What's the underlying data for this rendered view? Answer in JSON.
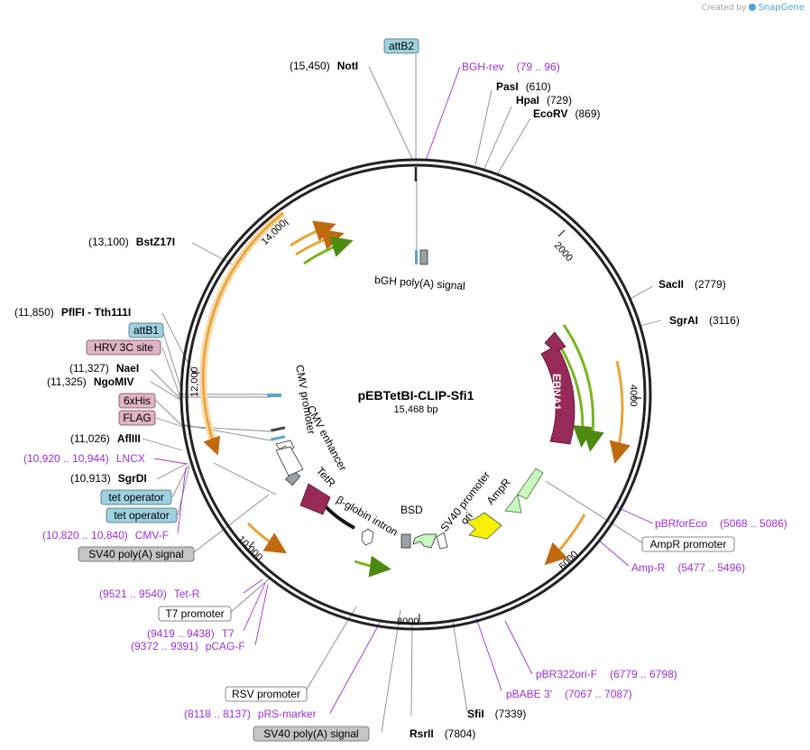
{
  "credit": {
    "text": "Created by",
    "brand": "SnapGene"
  },
  "plasmid": {
    "name": "pEBTetBI-CLIP-Sfi1",
    "size_text": "15,468 bp"
  },
  "ticks": [
    "2000",
    "4000",
    "6000",
    "8000",
    "10,000",
    "12,000",
    "14,000"
  ],
  "feature_labels": {
    "bgh": "bGH poly(A) signal",
    "ebna1": "EBNA1",
    "cmv_promoter": "CMV promoter",
    "cmv_enhancer": "CMV enhancer",
    "tetr": "TetR",
    "bglobin": "β-globin intron",
    "bsd": "BSD",
    "sv40_promoter": "SV40 promoter",
    "ori": "ori",
    "ampr": "AmpR"
  },
  "enzymes": [
    {
      "key": "noti",
      "name": "NotI",
      "pos": "(15,450)"
    },
    {
      "key": "pasi",
      "name": "PasI",
      "pos": "(610)"
    },
    {
      "key": "hpai",
      "name": "HpaI",
      "pos": "(729)"
    },
    {
      "key": "ecorv",
      "name": "EcoRV",
      "pos": "(869)"
    },
    {
      "key": "sacii",
      "name": "SacII",
      "pos": "(2779)"
    },
    {
      "key": "sgrai",
      "name": "SgrAI",
      "pos": "(3116)"
    },
    {
      "key": "bstz17i",
      "name": "BstZ17I",
      "pos": "(13,100)"
    },
    {
      "key": "pflfi",
      "name": "PflFI  - Tth111I",
      "pos": "(11,850)"
    },
    {
      "key": "naei",
      "name": "NaeI",
      "pos": "(11,327)"
    },
    {
      "key": "ngomiv",
      "name": "NgoMIV",
      "pos": "(11,325)"
    },
    {
      "key": "afliii",
      "name": "AflIII",
      "pos": "(11,026)"
    },
    {
      "key": "sgrdi",
      "name": "SgrDI",
      "pos": "(10,913)"
    },
    {
      "key": "sfii",
      "name": "SfiI",
      "pos": "(7339)"
    },
    {
      "key": "rsrii",
      "name": "RsrII",
      "pos": "(7804)"
    }
  ],
  "primers": [
    {
      "key": "bghrev",
      "name": "BGH-rev",
      "range": "(79 .. 96)"
    },
    {
      "key": "pbrforeco",
      "name": "pBRforEco",
      "range": "(5068 .. 5086)"
    },
    {
      "key": "ampr",
      "name": "Amp-R",
      "range": "(5477 .. 5496)"
    },
    {
      "key": "pbr322",
      "name": "pBR322ori-F",
      "range": "(6779 .. 6798)"
    },
    {
      "key": "pbabe",
      "name": "pBABE 3'",
      "range": "(7067 .. 7087)"
    },
    {
      "key": "prs",
      "name": "pRS-marker",
      "range": "(8118 .. 8137)"
    },
    {
      "key": "pcag",
      "name": "pCAG-F",
      "range": "(9372 .. 9391)"
    },
    {
      "key": "t7",
      "name": "T7",
      "range": "(9419 .. 9438)"
    },
    {
      "key": "tetr",
      "name": "Tet-R",
      "range": "(9521 .. 9540)"
    },
    {
      "key": "cmvf",
      "name": "CMV-F",
      "range": "(10,820 .. 10,840)"
    },
    {
      "key": "lncx",
      "name": "LNCX",
      "range": "(10,920 .. 10,944)"
    }
  ],
  "boxes": [
    {
      "key": "attb2",
      "text": "attB2",
      "kind": "blue"
    },
    {
      "key": "attb1",
      "text": "attB1",
      "kind": "blue"
    },
    {
      "key": "hrv",
      "text": "HRV 3C site",
      "kind": "pink"
    },
    {
      "key": "his",
      "text": "6xHis",
      "kind": "pink"
    },
    {
      "key": "flag",
      "text": "FLAG",
      "kind": "pink"
    },
    {
      "key": "tetop1",
      "text": "tet operator",
      "kind": "blue"
    },
    {
      "key": "tetop2",
      "text": "tet operator",
      "kind": "blue"
    },
    {
      "key": "sv40pa1",
      "text": "SV40 poly(A) signal",
      "kind": "gray"
    },
    {
      "key": "t7prom",
      "text": "T7 promoter",
      "kind": "white"
    },
    {
      "key": "amprprom",
      "text": "AmpR promoter",
      "kind": "white"
    },
    {
      "key": "rsvprom",
      "text": "RSV promoter",
      "kind": "white"
    },
    {
      "key": "sv40pa2",
      "text": "SV40 poly(A) signal",
      "kind": "gray"
    }
  ],
  "colors": {
    "backbone": "#222222",
    "enzyme_text": "#000000",
    "primer": "#9b30d9",
    "orf": "#e8a33a",
    "orf_halo": "#f6d9a8",
    "primer_bind": "#79b51f",
    "ebna1": "#962b5a",
    "tetr": "#962b5a",
    "ori": "#f4f000",
    "ampr": "#c9f7c0",
    "box_blue": "#9ed0de",
    "box_pink": "#dfb4c4",
    "box_gray": "#c2c4c7",
    "box_white": "#ffffff"
  }
}
